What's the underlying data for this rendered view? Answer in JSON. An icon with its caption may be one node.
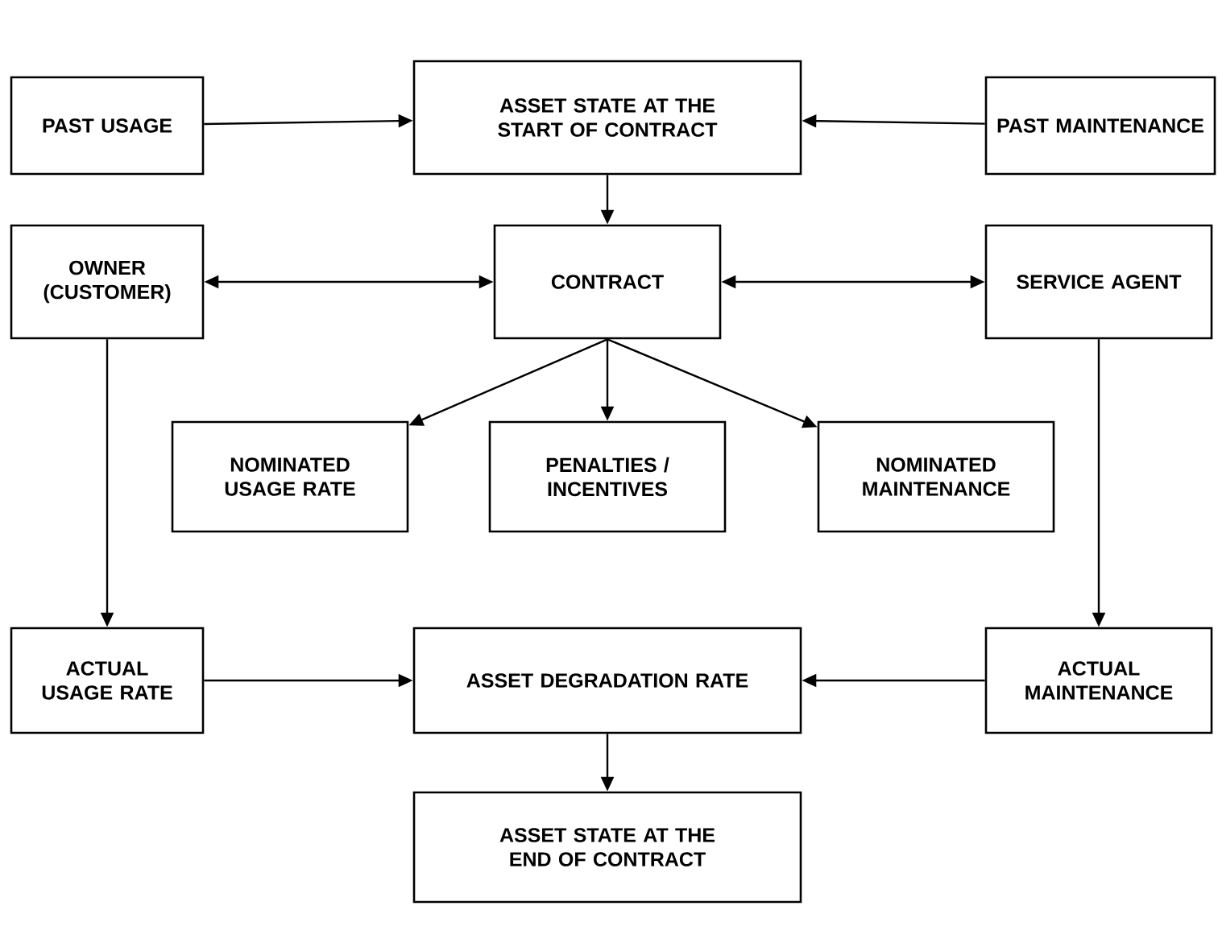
{
  "diagram": {
    "nodes": [
      {
        "text": [
          "PAST USAGE"
        ]
      },
      {
        "text": [
          "ASSET STATE AT THE START OF CONTRACT"
        ]
      },
      {
        "text": [
          "PAST MAINTENANCE"
        ]
      },
      {
        "text": [
          "OWNER (CUSTOMER)"
        ]
      },
      {
        "text": [
          "CONTRACT"
        ]
      },
      {
        "text": [
          "SERVICE AGENT"
        ]
      },
      {
        "text": [
          "NOMINATED USAGE RATE"
        ]
      },
      {
        "text": [
          "PENALTIES / INCENTIVES"
        ]
      },
      {
        "text": [
          "NOMINATED MAINTENANCE"
        ]
      },
      {
        "text": [
          "ACTUAL USAGE RATE"
        ]
      },
      {
        "text": [
          "ASSET DEGRADATION RATE"
        ]
      },
      {
        "text": [
          "ACTUAL MAINTENANCE"
        ]
      },
      {
        "text": [
          "ASSET STATE AT THE END OF CONTRACT"
        ]
      }
    ],
    "edges": [
      {
        "from": 0,
        "to": 1,
        "arrow": "to"
      },
      {
        "from": 2,
        "to": 1,
        "arrow": "to"
      },
      {
        "from": 1,
        "to": 4,
        "arrow": "to"
      },
      {
        "from": 4,
        "to": 3,
        "arrow": "both"
      },
      {
        "from": 4,
        "to": 5,
        "arrow": "both"
      },
      {
        "from": 4,
        "to": 6,
        "arrow": "to"
      },
      {
        "from": 4,
        "to": 7,
        "arrow": "to"
      },
      {
        "from": 4,
        "to": 8,
        "arrow": "to"
      },
      {
        "from": 3,
        "to": 9,
        "arrow": "to"
      },
      {
        "from": 5,
        "to": 11,
        "arrow": "to"
      },
      {
        "from": 9,
        "to": 10,
        "arrow": "to"
      },
      {
        "from": 11,
        "to": 10,
        "arrow": "to"
      },
      {
        "from": 10,
        "to": 12,
        "arrow": "to"
      }
    ]
  }
}
